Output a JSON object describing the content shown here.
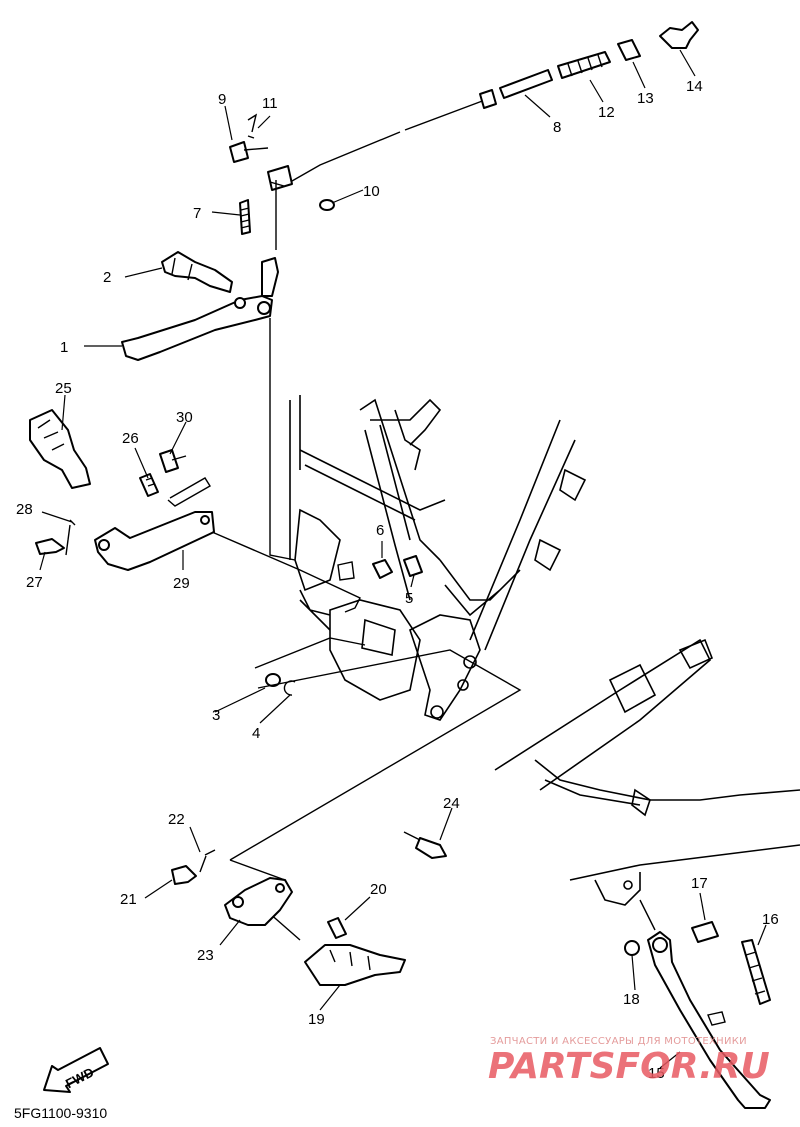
{
  "callouts": {
    "c1": "1",
    "c2": "2",
    "c3": "3",
    "c4": "4",
    "c5": "5",
    "c6": "6",
    "c7": "7",
    "c8": "8",
    "c9": "9",
    "c10": "10",
    "c11": "11",
    "c12": "12",
    "c13": "13",
    "c14": "14",
    "c15": "15",
    "c16": "16",
    "c17": "17",
    "c18": "18",
    "c19": "19",
    "c20": "20",
    "c21": "21",
    "c22": "22",
    "c23": "23",
    "c24": "24",
    "c25": "25",
    "c26": "26",
    "c27": "27",
    "c28": "28",
    "c29": "29",
    "c30": "30"
  },
  "diagram_code": "5FG1100-9310",
  "fwd_label": "FWD",
  "watermark": {
    "tagline": "ЗАПЧАСТИ И АКСЕССУАРЫ ДЛЯ МОТОТЕХНИКИ",
    "brand": "PARTSFOR.RU",
    "color": "#e85a62"
  }
}
